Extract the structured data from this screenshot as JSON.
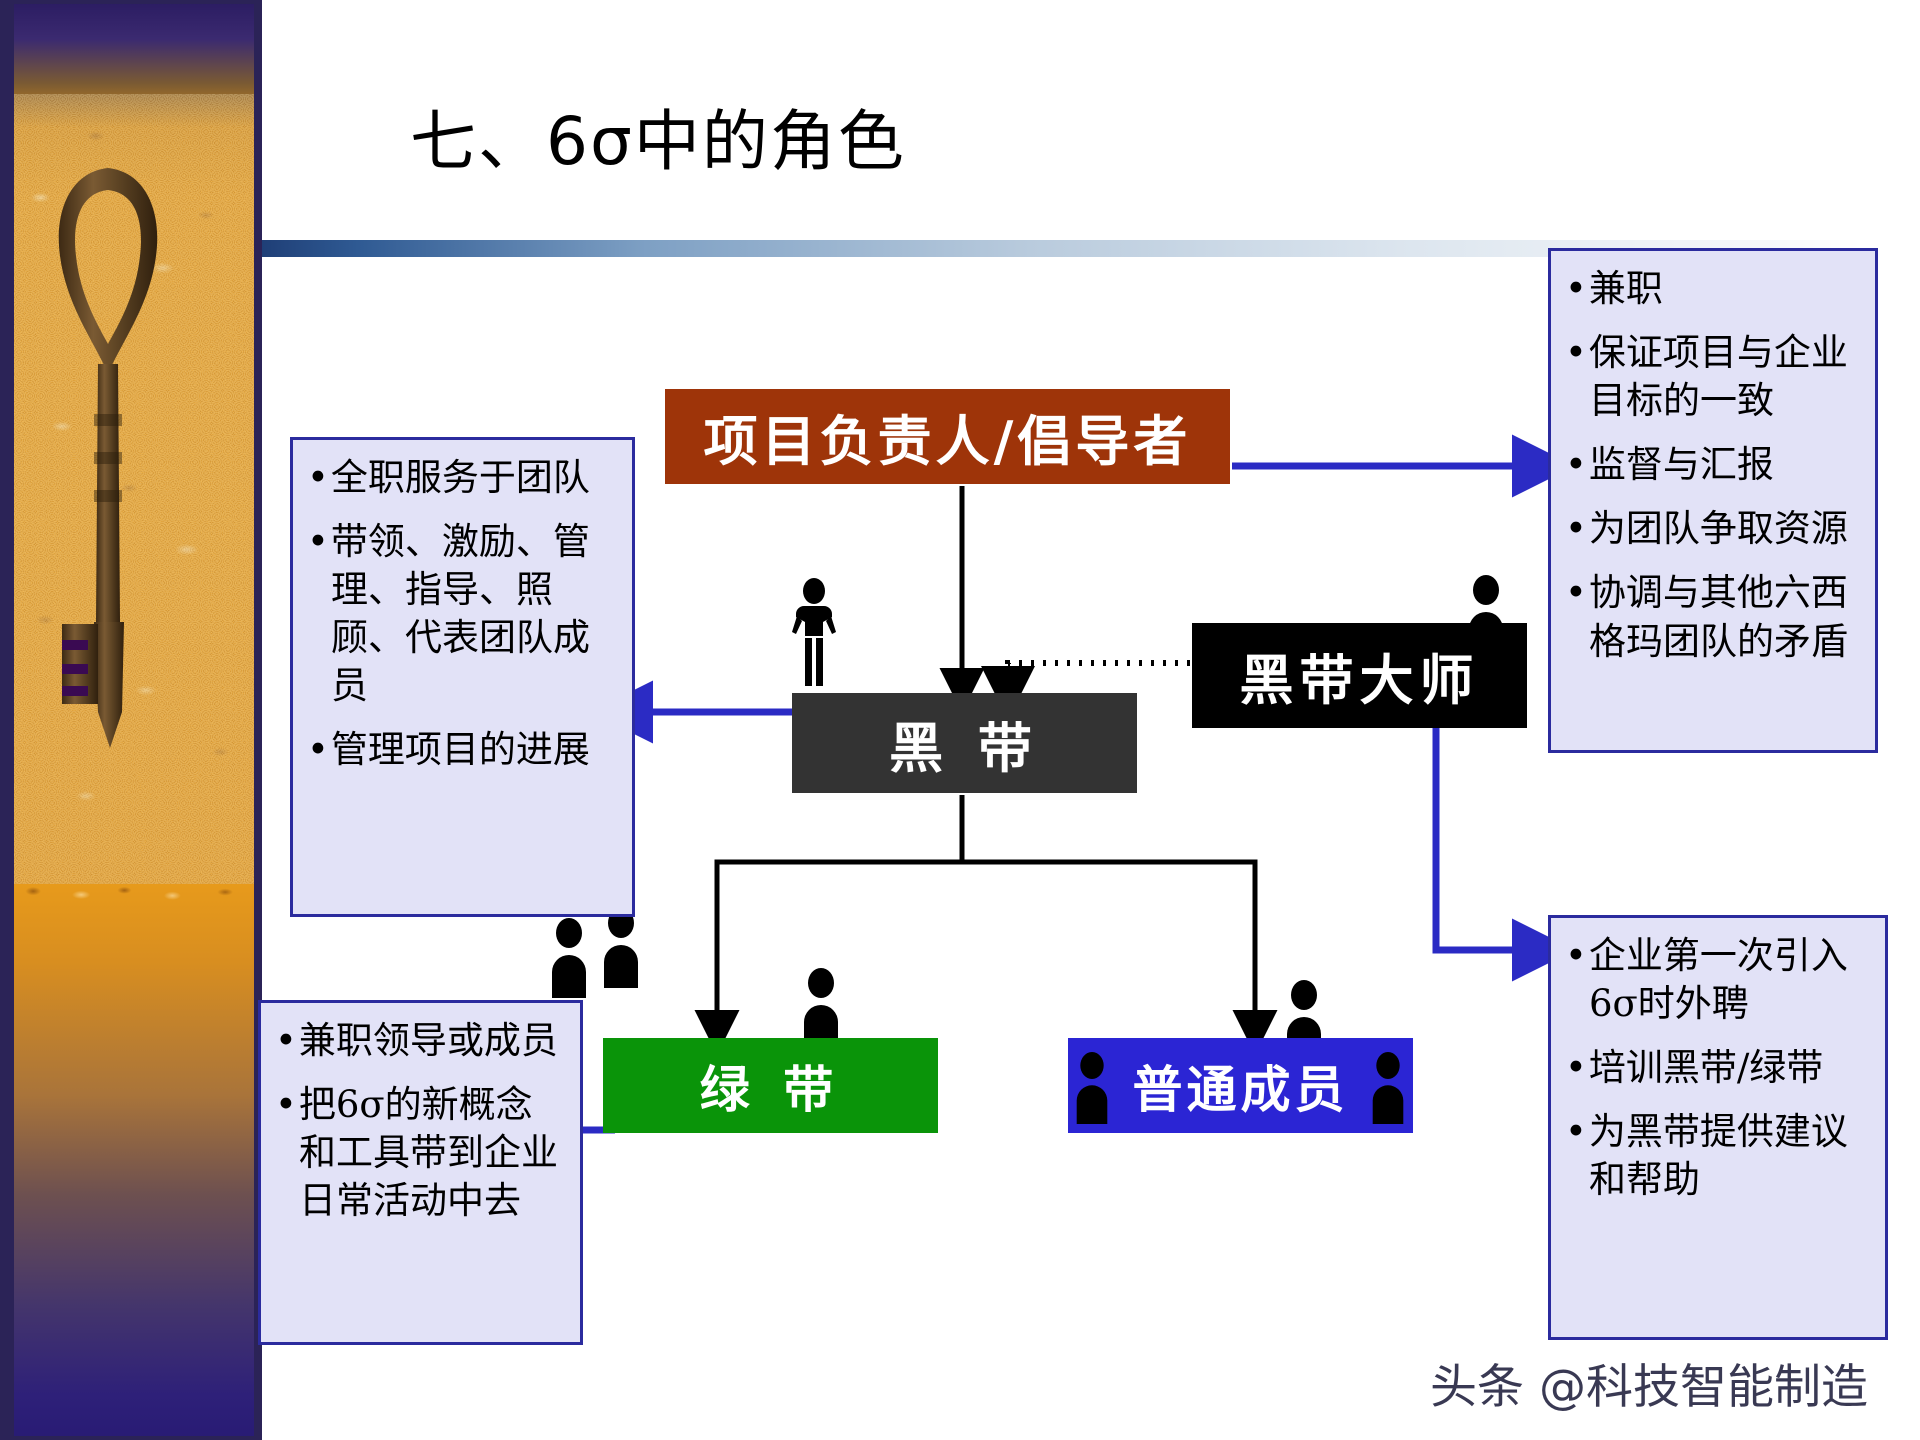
{
  "slide": {
    "title": "七、6σ中的角色",
    "watermark": "头条 @科技智能制造"
  },
  "decoration": {
    "sidebar_image_alt": "old-key-on-sand-photo",
    "colors": {
      "sand": "#e79a1b",
      "purple": "#2b2357",
      "rule_blue": "#1f3f77"
    }
  },
  "roles": [
    {
      "id": "champion",
      "label": "项目负责人/倡导者",
      "color": "#9e3409"
    },
    {
      "id": "black_belt",
      "label": "黑 带",
      "color": "#333333"
    },
    {
      "id": "master_black_belt",
      "label": "黑带大师",
      "color": "#000000"
    },
    {
      "id": "green_belt",
      "label": "绿 带",
      "color": "#0a9409"
    },
    {
      "id": "team_member",
      "label": "普通成员",
      "color": "#2b25d4"
    }
  ],
  "boxes": {
    "black_belt_duties": {
      "target": "黑 带",
      "items": [
        "全职服务于团队",
        "带领、激励、管理、指导、照顾、代表团队成员",
        "管理项目的进展"
      ]
    },
    "champion_duties": {
      "target": "项目负责人/倡导者",
      "items": [
        "兼职",
        "保证项目与企业目标的一致",
        "监督与汇报",
        "为团队争取资源",
        "协调与其他六西格玛团队的矛盾"
      ]
    },
    "green_belt_duties": {
      "target": "绿 带",
      "items": [
        "兼职领导或成员",
        "把6σ的新概念和工具带到企业日常活动中去"
      ]
    },
    "master_black_belt_duties": {
      "target": "黑带大师",
      "items": [
        "企业第一次引入6σ时外聘",
        "培训黑带/绿带",
        "为黑带提供建议和帮助"
      ]
    }
  },
  "connectors": [
    {
      "from": "champion",
      "to": "champion_duties",
      "style": "solid-blue-arrow"
    },
    {
      "from": "champion",
      "to": "black_belt",
      "style": "solid-black-arrow"
    },
    {
      "from": "master_black_belt",
      "to": "black_belt",
      "style": "dotted-black-arrow"
    },
    {
      "from": "black_belt",
      "to": "green_belt",
      "style": "solid-black-arrow"
    },
    {
      "from": "black_belt",
      "to": "team_member",
      "style": "solid-black-arrow"
    },
    {
      "from": "black_belt_duties",
      "to": "black_belt",
      "style": "solid-blue-arrow"
    },
    {
      "from": "master_black_belt",
      "to": "master_black_belt_duties",
      "style": "solid-blue-arrow"
    },
    {
      "from": "green_belt",
      "to": "green_belt_duties",
      "style": "solid-blue-arrow"
    }
  ]
}
